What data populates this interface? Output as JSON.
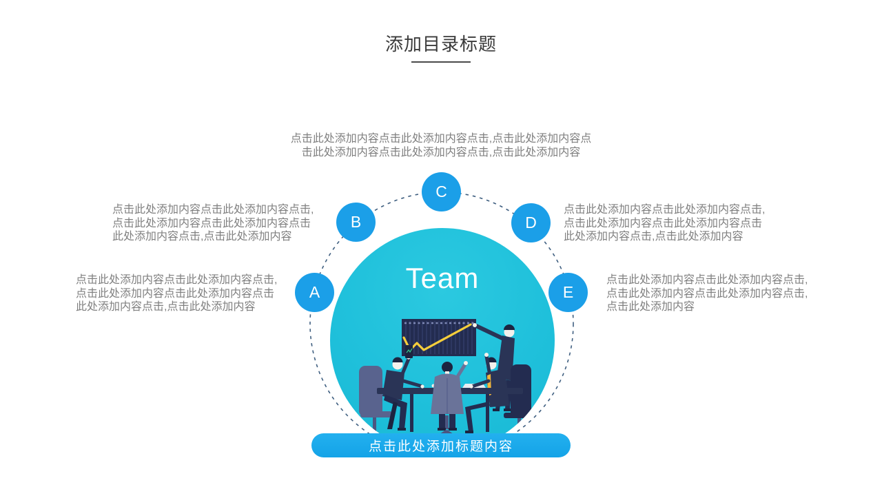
{
  "title": "添加目录标题",
  "team_label": "Team",
  "banner_label": "点击此处添加标题内容",
  "badges": [
    {
      "label": "A"
    },
    {
      "label": "B"
    },
    {
      "label": "C"
    },
    {
      "label": "D"
    },
    {
      "label": "E"
    }
  ],
  "captions": {
    "a": "点击此处添加内容点击此处添加内容点击,点击此处添加内容点击此处添加内容点击此处添加内容点击,点击此处添加内容",
    "b": "点击此处添加内容点击此处添加内容点击,点击此处添加内容点击此处添加内容点击此处添加内容点击,点击此处添加内容",
    "c": "点击此处添加内容点击此处添加内容点击,点击此处添加内容点击此处添加内容点击此处添加内容点击,点击此处添加内容",
    "d": "点击此处添加内容点击此处添加内容点击,点击此处添加内容点击此处添加内容点击此处添加内容点击,点击此处添加内容",
    "e": "点击此处添加内容点击此处添加内容点击,点击此处添加内容点击此处添加内容点击,点击此处添加内容"
  },
  "illustration": "team-meeting-presentation",
  "colors": {
    "badge_blue": "#1b9fe8",
    "circle_teal": "#1fc0db",
    "banner_blue": "#17a8ea",
    "dash_ring": "#3f5f80",
    "title_text": "#3a3a3a",
    "caption_text": "#7f7f7f",
    "chart_line_yellow": "#f6ce3b",
    "illustration_navy": "#2a3456"
  }
}
